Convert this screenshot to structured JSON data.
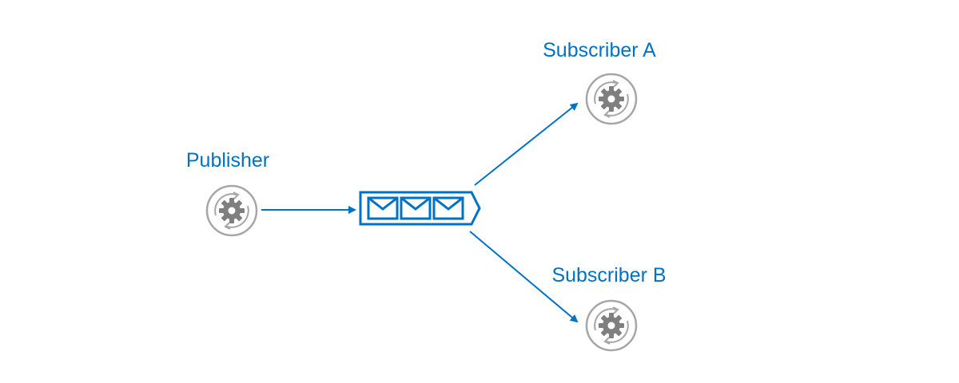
{
  "colors": {
    "accent": "#0072c6",
    "icon_gray": "#8c8c8c",
    "icon_ring": "#a6a6a6",
    "background": "#ffffff"
  },
  "nodes": {
    "publisher": {
      "label": "Publisher",
      "icon": "service-gear-icon"
    },
    "queue": {
      "icon": "message-queue-icon",
      "message_icon": "envelope-icon",
      "message_count": 3
    },
    "subscriber_a": {
      "label": "Subscriber A",
      "icon": "service-gear-icon"
    },
    "subscriber_b": {
      "label": "Subscriber B",
      "icon": "service-gear-icon"
    }
  },
  "edges": [
    {
      "from": "publisher",
      "to": "queue"
    },
    {
      "from": "queue",
      "to": "subscriber_a"
    },
    {
      "from": "queue",
      "to": "subscriber_b"
    }
  ]
}
